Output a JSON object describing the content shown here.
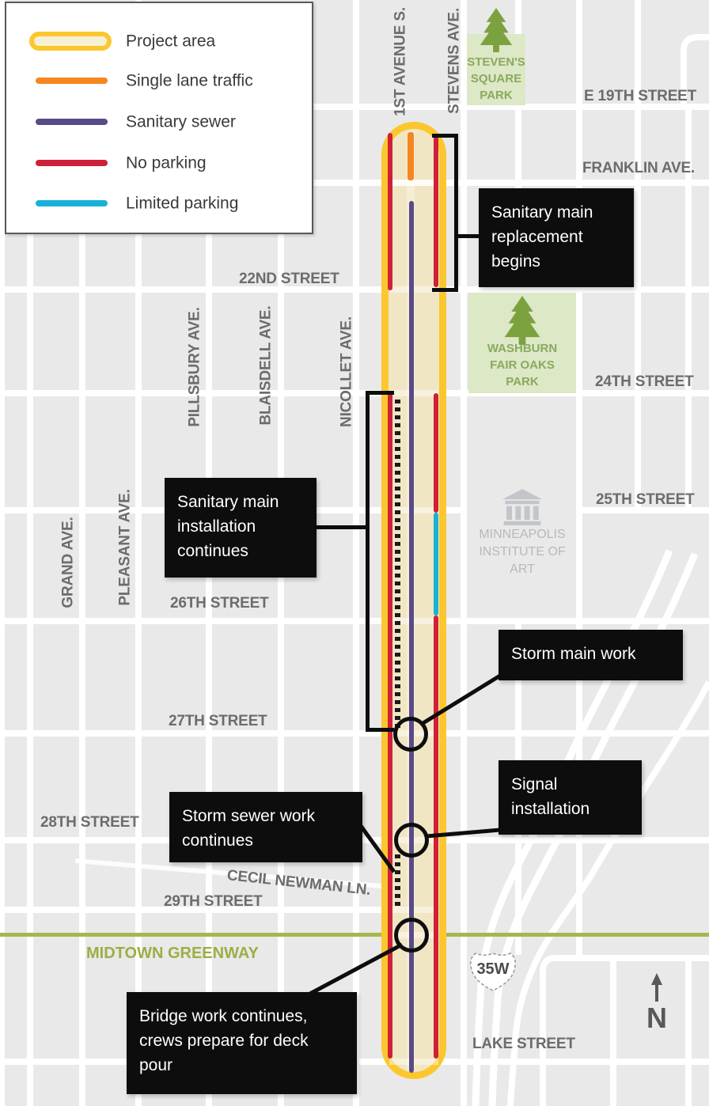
{
  "legend": {
    "items": [
      {
        "key": "project-area",
        "label": "Project area",
        "color": "#fcc72e"
      },
      {
        "key": "single-lane-traffic",
        "label": "Single lane traffic",
        "color": "#f6861f"
      },
      {
        "key": "sanitary-sewer",
        "label": "Sanitary sewer",
        "color": "#5a4a87"
      },
      {
        "key": "no-parking",
        "label": "No parking",
        "color": "#ce2038"
      },
      {
        "key": "limited-parking",
        "label": "Limited parking",
        "color": "#18b2d8"
      }
    ]
  },
  "map": {
    "streets": {
      "e19th": "E 19TH STREET",
      "franklin": "FRANKLIN AVE.",
      "s22nd": "22ND STREET",
      "s24th": "24TH STREET",
      "s25th": "25TH STREET",
      "s26th": "26TH STREET",
      "s27th": "27TH STREET",
      "s28th": "28TH STREET",
      "cecil": "CECIL NEWMAN LN.",
      "s29th": "29TH STREET",
      "lake": "LAKE STREET"
    },
    "avenues": {
      "first": "1ST AVENUE S.",
      "stevens": "STEVENS AVE.",
      "pillsbury": "PILLSBURY AVE.",
      "blaisdell": "BLAISDELL AVE.",
      "nicollet": "NICOLLET AVE.",
      "pleasant": "PLEASANT AVE.",
      "grand": "GRAND AVE."
    },
    "parks": {
      "stevens_square": [
        "STEVEN'S",
        "SQUARE",
        "PARK"
      ],
      "washburn": [
        "WASHBURN",
        "FAIR OAKS",
        "PARK"
      ]
    },
    "landmarks": {
      "mia": [
        "MINNEAPOLIS",
        "INSTITUTE OF",
        "ART"
      ],
      "greenway": "MIDTOWN GREENWAY",
      "highway": "35W",
      "north": "N"
    },
    "callouts": {
      "replacement": "Sanitary main replacement begins",
      "installation": "Sanitary main installation continues",
      "storm_main": "Storm main work",
      "signal": "Signal installation",
      "storm_sewer": "Storm sewer work continues",
      "bridge": "Bridge work continues, crews prepare for deck pour"
    },
    "colors": {
      "project_area": "#fcc72e",
      "project_fill": "#f1e6c4",
      "single_lane": "#f6861f",
      "sanitary": "#5a4a87",
      "no_parking": "#ce2038",
      "limited_parking": "#18b2d8",
      "park_fill": "#dce8c6",
      "park_text": "#8ba95e",
      "greenway": "#a9b54d",
      "road": "#ffffff",
      "background": "#e9e9ea",
      "label_gray": "#6b6c6e"
    }
  }
}
